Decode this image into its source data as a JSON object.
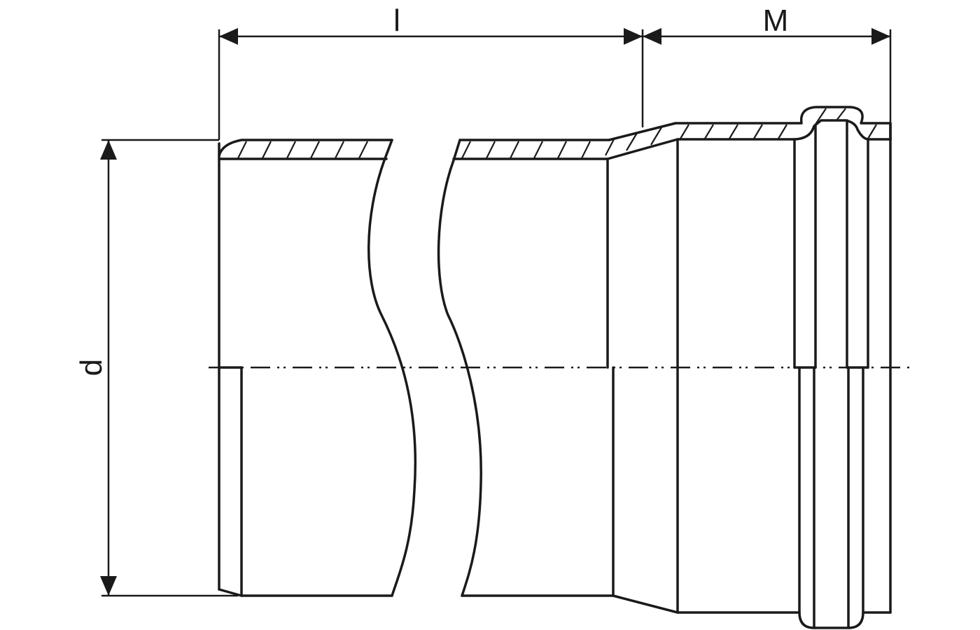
{
  "diagram": {
    "type": "technical-drawing",
    "subject": "pipe with socket end (cross-section, partial hatching, broken view)",
    "line_color": "#1a1a1a",
    "background": "#ffffff"
  },
  "dimensions": {
    "length_label": "l",
    "socket_label": "M",
    "diameter_label": "d"
  }
}
